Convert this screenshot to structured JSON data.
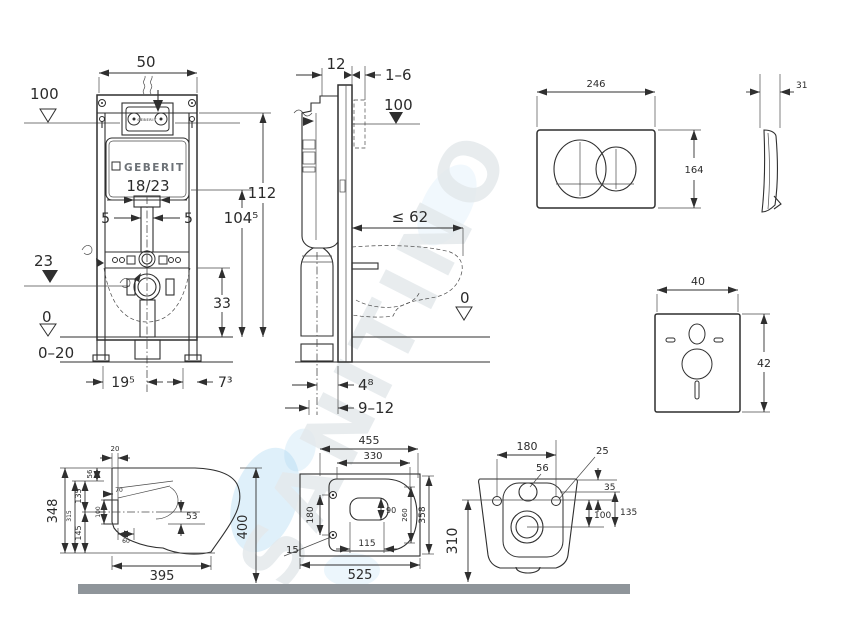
{
  "watermark": {
    "text": "SANITINO"
  },
  "frame_front": {
    "dim_width": "50",
    "level_top": "100",
    "dim_height": "112",
    "dim_height2": "104⁵",
    "brand": "GEBERIT",
    "brand_small": "GEBERIT",
    "model": "18/23",
    "dim_left_offset": "5",
    "dim_right_offset": "5",
    "level_mid": "23",
    "dim_drain_height": "33",
    "level_floor": "0",
    "range_floor": "0–20",
    "dim_bottom_left": "19⁵",
    "dim_bottom_right": "7³"
  },
  "frame_side": {
    "dim_depth": "12",
    "dim_wall": "1–6",
    "level_top": "100",
    "dim_pan_depth": "≤ 62",
    "level_floor": "0",
    "dim_drain_offset": "4⁸",
    "dim_drain_range": "9–12"
  },
  "flush_plate": {
    "dim_width": "246",
    "dim_height": "164",
    "dim_depth": "31"
  },
  "sound_pad": {
    "dim_width": "40",
    "dim_height": "42"
  },
  "wc_side": {
    "dim_total_height": "348",
    "dim_inner_height": "315",
    "dim_upper": "135",
    "dim_top": "56",
    "dim_lower": "145",
    "dim_outlet": "100",
    "dim_gap": "20",
    "dim_small": "70",
    "dim_drop": "53",
    "dim_foot": "60",
    "dim_depth": "395",
    "dim_height_floor": "400"
  },
  "wc_plan": {
    "dim_len1": "455",
    "dim_len2": "330",
    "dim_holes": "180",
    "dim_bowl": "90",
    "dim_inner_width": "260",
    "dim_width": "358",
    "dim_bowl_offset": "115",
    "dim_total": "525",
    "dim_hole_dia": "15"
  },
  "wc_rear": {
    "dim_holes": "180",
    "dim_inlet": "56",
    "dim_hole": "25",
    "dim_top_offset": "35",
    "dim_flange": "100",
    "dim_inlet_height": "135",
    "dim_outlet_height": "310"
  }
}
